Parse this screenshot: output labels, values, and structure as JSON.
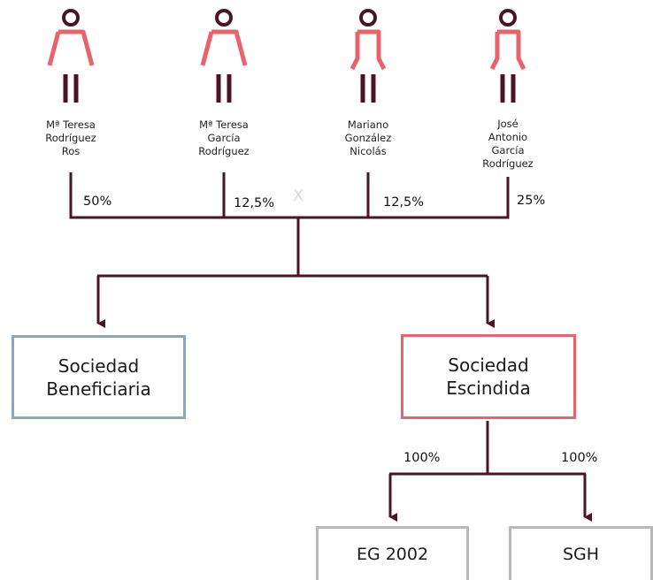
{
  "people": [
    {
      "name": "Mª Teresa\nRodríguez\nRos",
      "gender": "female",
      "share": "50%"
    },
    {
      "name": "Mª Teresa\nGarcía\nRodríguez",
      "gender": "female",
      "share": "12,5%"
    },
    {
      "name": "Mariano\nGonzález\nNicolás",
      "gender": "male",
      "share": "12,5%"
    },
    {
      "name": "José\nAntonio\nGarcía\nRodríguez",
      "gender": "male",
      "share": "25%"
    }
  ],
  "watermark": "X",
  "companies": {
    "beneficiaria": "Sociedad\nBeneficiaria",
    "escindida": "Sociedad\nEscindida",
    "eg2002": "EG 2002",
    "sgh": "SGH"
  },
  "subsidiary_shares": {
    "eg2002": "100%",
    "sgh": "100%"
  },
  "colors": {
    "line": "#4a1426",
    "figure_body": "#e8646c",
    "figure_head": "#4a1426",
    "beneficiaria_border": "#7faac8",
    "escindida_border": "#e8646c",
    "subsidiary_border": "#b8b8b8"
  }
}
